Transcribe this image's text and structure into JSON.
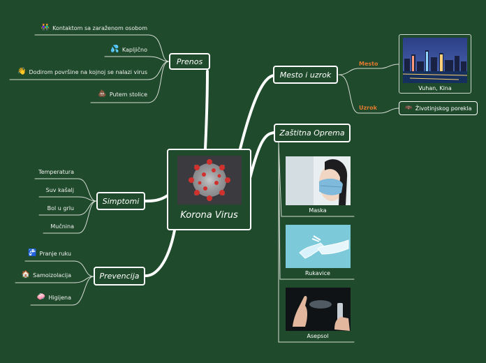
{
  "central": {
    "title": "Korona Virus"
  },
  "branches": {
    "prenos": {
      "label": "Prenos",
      "items": [
        {
          "text": "Kontaktom sa zaraženom osobom",
          "icon": "people-icon"
        },
        {
          "text": "Kapljično",
          "icon": "droplets-icon"
        },
        {
          "text": "Dodirom površine na kojnoj se nalazi virus",
          "icon": "waving-hand-icon"
        },
        {
          "text": "Putem stolice",
          "icon": "poop-icon"
        }
      ]
    },
    "simptomi": {
      "label": "Simptomi",
      "items": [
        {
          "text": "Temperatura"
        },
        {
          "text": "Suv kašalj"
        },
        {
          "text": "Bol u grlu"
        },
        {
          "text": "Mučnina"
        }
      ]
    },
    "prevencija": {
      "label": "Prevencija",
      "items": [
        {
          "text": "Pranje ruku",
          "icon": "faucet-icon"
        },
        {
          "text": "Samoizolacija",
          "icon": "house-icon"
        },
        {
          "text": "Higijena",
          "icon": "soap-icon"
        }
      ]
    },
    "mesto": {
      "label": "Mesto i uzrok",
      "sub": [
        {
          "label": "Mesto",
          "child": "Vuhan, Kina"
        },
        {
          "label": "Uzrok",
          "child": "Životinjskog porekla",
          "icon": "bat-icon"
        }
      ]
    },
    "zastitna": {
      "label": "Zaštitna Oprema",
      "items": [
        {
          "text": "Maska"
        },
        {
          "text": "Rukavice"
        },
        {
          "text": "Asepsol"
        }
      ]
    }
  },
  "colors": {
    "background": "#1f4a2b",
    "line": "#ffffff",
    "relationship_label": "#e0792f"
  }
}
